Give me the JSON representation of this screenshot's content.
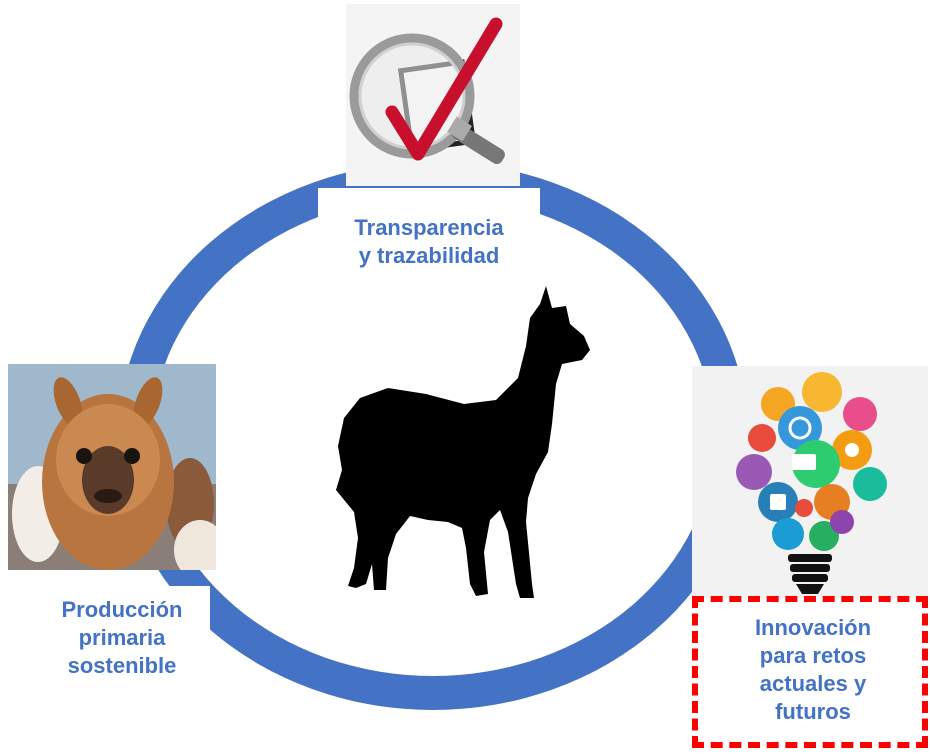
{
  "colors": {
    "ring": "#4472C4",
    "label": "#4472C4",
    "highlight_border": "#FF0000",
    "silhouette": "#000000"
  },
  "labels": {
    "top": "Transparencia\ny trazabilidad",
    "left": "Producción\nprimaria\nsostenible",
    "right": "Innovación\npara retos\nactuales y\nfuturos"
  },
  "images": {
    "top": "magnifying-glass-checkmark",
    "left": "alpaca-photo",
    "right": "lightbulb-social-icons",
    "center": "alpaca-silhouette"
  }
}
